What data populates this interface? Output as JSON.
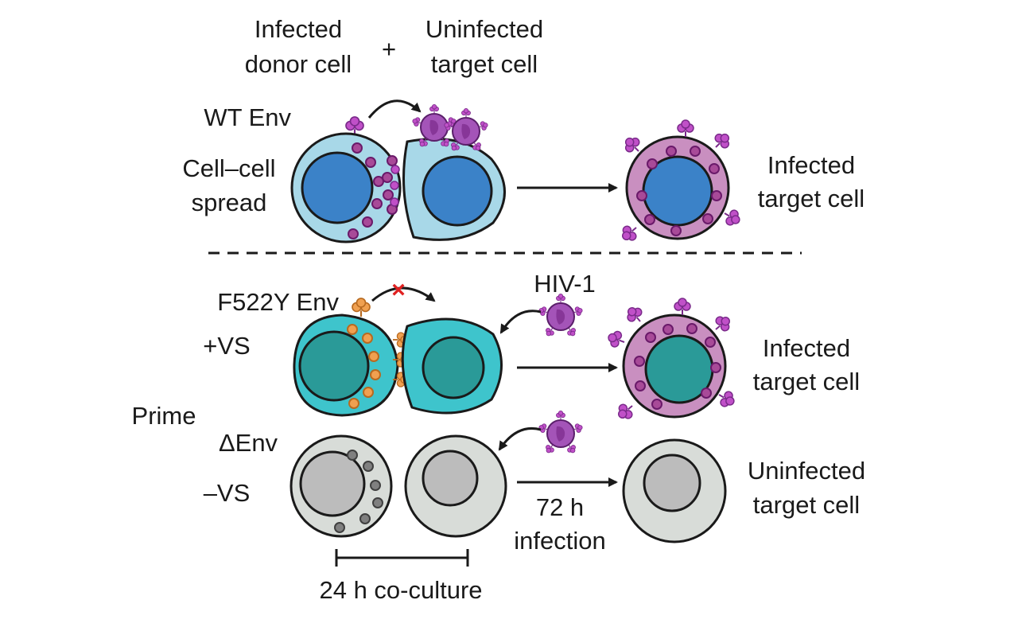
{
  "header": {
    "donor_line1": "Infected",
    "donor_line2": "donor cell",
    "plus": "+",
    "target_line1": "Uninfected",
    "target_line2": "target cell"
  },
  "top_panel": {
    "env_label": "WT Env",
    "mode_line1": "Cell–cell",
    "mode_line2": "spread",
    "result_line1": "Infected",
    "result_line2": "target cell"
  },
  "bottom_panel": {
    "env_label": "F522Y Env",
    "block_mark": "×",
    "virus_label": "HIV-1",
    "vs_plus": "+VS",
    "prime": "Prime",
    "delta_env": "ΔEnv",
    "vs_minus": "–VS",
    "result1_line1": "Infected",
    "result1_line2": "target cell",
    "result2_line1": "Uninfected",
    "result2_line2": "target cell",
    "time_line1": "72 h",
    "time_line2": "infection",
    "coculture": "24 h co-culture"
  },
  "colors": {
    "light_blue_cell": "#a8d8e8",
    "blue_nucleus": "#3b82c8",
    "purple_cell": "#c98fc0",
    "purple_virus": "#a454b8",
    "teal_cell": "#3ec4cc",
    "teal_nucleus": "#2a9a98",
    "orange_env": "#f0a050",
    "grey_cell": "#d8dcd8",
    "grey_nucleus": "#bcbcbc",
    "red_block": "#e02020"
  }
}
